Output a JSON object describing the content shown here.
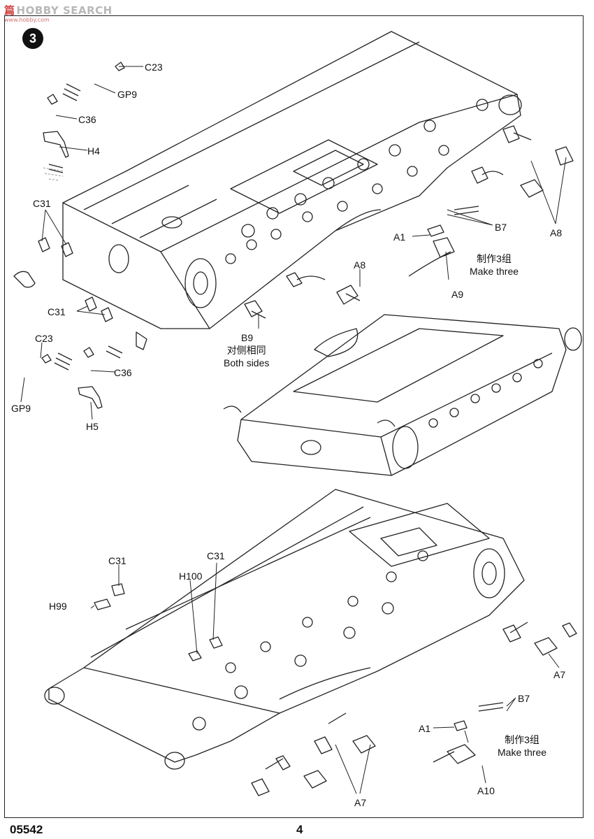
{
  "watermark": {
    "cn": "篇",
    "text": "HOBBY SEARCH",
    "sub": "www.hobby.com"
  },
  "step": "3",
  "labels": {
    "c23_top": "C23",
    "gp9_top": "GP9",
    "c36_top": "C36",
    "h4": "H4",
    "c31_left_top": "C31",
    "c31_left_mid": "C31",
    "b9": "B9",
    "b9_note_cn": "对侧相同",
    "b9_note_en": "Both sides",
    "c23_mid": "C23",
    "gp9_mid": "GP9",
    "c36_mid": "C36",
    "h5": "H5",
    "b7_top": "B7",
    "a1_top": "A1",
    "make3_cn_top": "制作3组",
    "make3_en_top": "Make three",
    "a9": "A9",
    "a8_right": "A8",
    "a8_mid": "A8",
    "c31_bottom_left": "C31",
    "h99": "H99",
    "h100": "H100",
    "c31_bottom_center": "C31",
    "a7_right": "A7",
    "b7_bottom": "B7",
    "a1_bottom": "A1",
    "make3_cn_bottom": "制作3组",
    "make3_en_bottom": "Make three",
    "a10": "A10",
    "a7_bottom": "A7"
  },
  "footer": {
    "code": "05542",
    "page": "4"
  }
}
